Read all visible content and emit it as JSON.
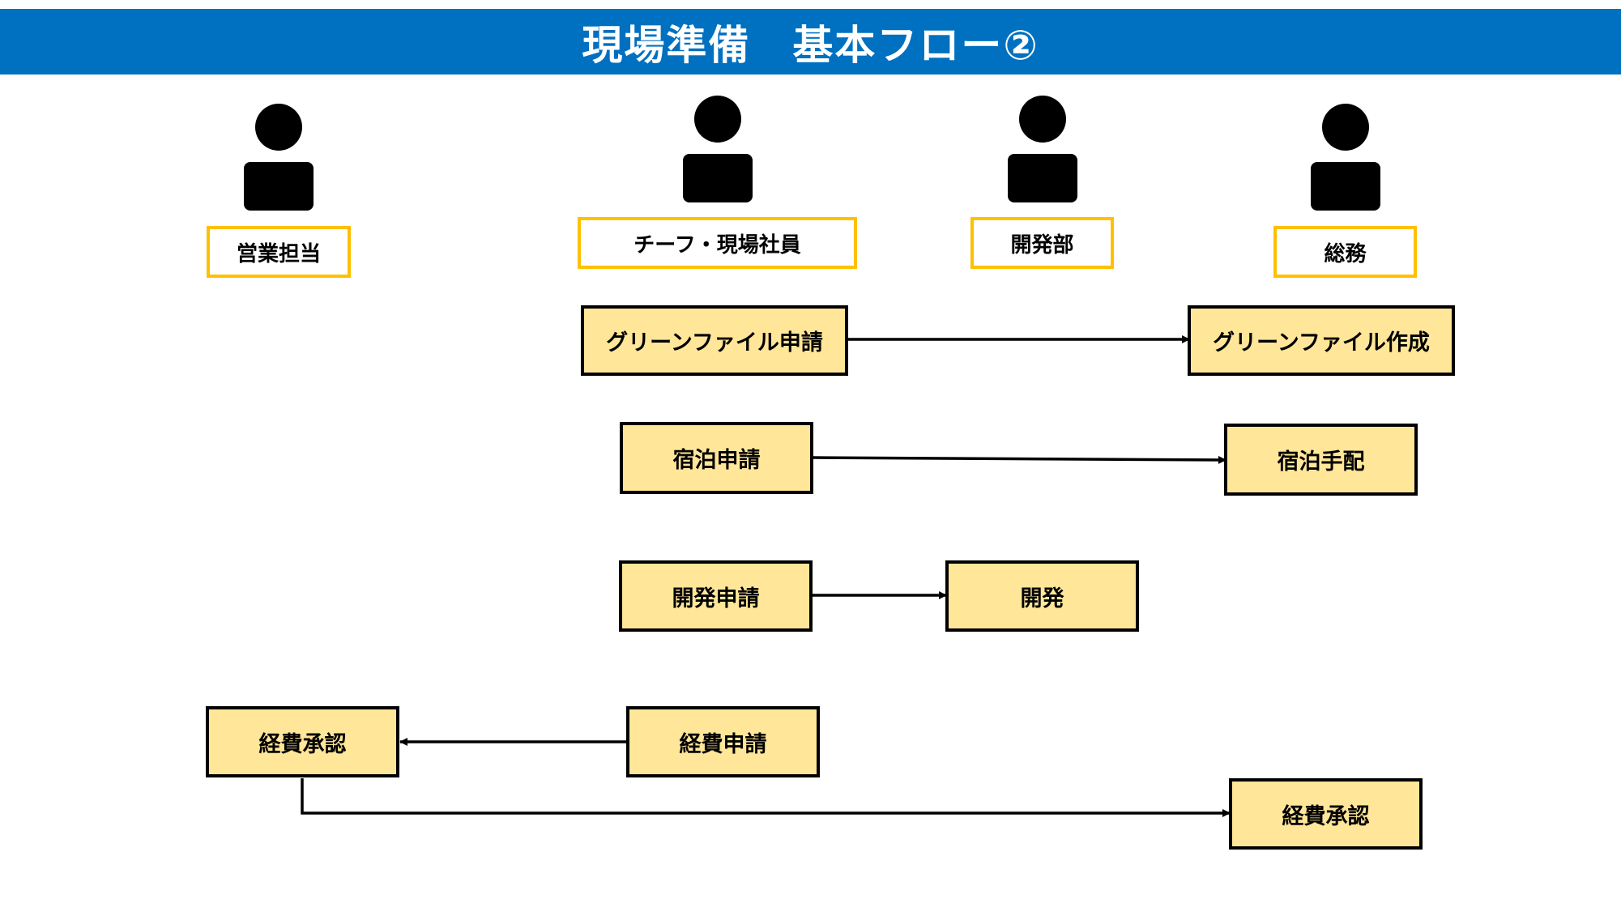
{
  "header": {
    "title": "現場準備　基本フロー②"
  },
  "roles": {
    "sales": "営業担当",
    "chief": "チーフ・現場社員",
    "dev_dept": "開発部",
    "general_affairs": "総務"
  },
  "nodes": {
    "green_file_request": "グリーンファイル申請",
    "green_file_create": "グリーンファイル作成",
    "lodging_request": "宿泊申請",
    "lodging_arrange": "宿泊手配",
    "dev_request": "開発申請",
    "dev": "開発",
    "expense_approval_sales": "経費承認",
    "expense_request": "経費申請",
    "expense_approval_ga": "経費承認"
  },
  "colors": {
    "header_bg": "#0070C0",
    "role_border": "#FFC000",
    "node_fill": "#FFE699",
    "node_border": "#000000"
  }
}
